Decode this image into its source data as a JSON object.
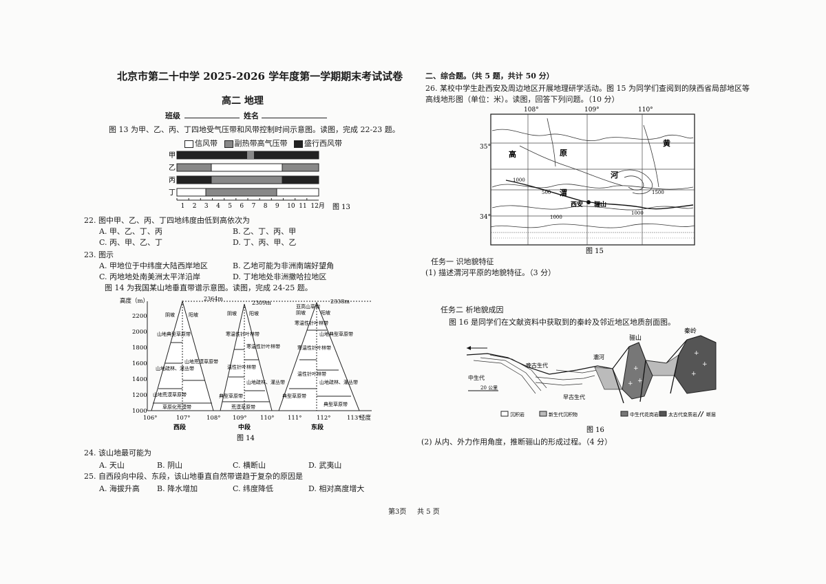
{
  "header": {
    "title": "北京市第二十中学 2025-2026 学年度第一学期期末考试试卷",
    "subtitle": "高二 地理",
    "class_label": "班级",
    "name_label": "姓名"
  },
  "left": {
    "fig13_intro": "图 13 为甲、乙、丙、丁四地受气压带和风带控制时间示意图。读图，完成 22-23 题。",
    "fig13_legend": [
      "信风带",
      "副热带高气压带",
      "盛行西风带"
    ],
    "fig13_rows": [
      "甲",
      "乙",
      "丙",
      "丁"
    ],
    "fig13_months": [
      "1",
      "2",
      "3",
      "4",
      "5",
      "6",
      "7",
      "8",
      "9",
      "10",
      "11",
      "12月"
    ],
    "fig13_label": "图 13",
    "q22": {
      "stem": "22. 图中甲、乙、丙、丁四地纬度由低到高依次为",
      "A": "A. 甲、乙、丁、丙",
      "B": "B. 乙、丁、丙、甲",
      "C": "C. 丙、甲、乙、丁",
      "D": "D. 丁、丙、甲、乙"
    },
    "q23": {
      "stem": "23. 图示",
      "A": "A. 甲地位于中纬度大陆西岸地区",
      "B": "B. 乙地可能为非洲南端好望角",
      "C": "C. 丙地地处南美洲太平洋沿岸",
      "D": "D. 丁地地处非洲撒哈拉地区"
    },
    "fig14_intro": "图 14 为我国某山地垂直带谱示意图。读图，完成 24-25 题。",
    "fig14": {
      "ylabel": "高度（m）",
      "yticks": [
        "2200",
        "2000",
        "1800",
        "1600",
        "1400",
        "1200",
        "1000"
      ],
      "xticks": [
        "106°",
        "107°",
        "108°",
        "109°",
        "110°",
        "111°",
        "112°",
        "113°",
        "经度"
      ],
      "sections": [
        "西段",
        "中段",
        "东段"
      ],
      "peaks": [
        "2364m",
        "2309m",
        "2338m"
      ],
      "west": {
        "shady": "阴坡",
        "sunny": "阳坡",
        "z1": "山地典型草原带",
        "z2": "山地疏林、灌丛带",
        "z3": "山地荒漠草原带",
        "z4": "山地荒漠草原带",
        "base": "草原化荒漠带"
      },
      "middle": {
        "shady": "阴坡",
        "sunny": "阳坡",
        "z1": "寒温性针叶林带",
        "z2": "寒温性针叶林带",
        "z3": "温性针叶林带",
        "z4": "山地疏林、灌丛带",
        "z5": "典型草原带",
        "base": "荒漠草原带"
      },
      "east": {
        "z0": "亚高山草甸",
        "z0b": "亚高山草甸带",
        "shady": "阴坡",
        "sunny": "阳坡",
        "z1": "寒温性针叶林带",
        "z2": "山地典型草原带",
        "z3": "寒温性针叶林带",
        "z4": "温性针叶林带",
        "z5": "山地疏林、灌丛带",
        "z6": "典型草原带",
        "base": "典型草原带"
      },
      "label": "图 14"
    },
    "q24": {
      "stem": "24. 该山地最可能为",
      "A": "A. 天山",
      "B": "B. 阴山",
      "C": "C. 横断山",
      "D": "D. 武夷山"
    },
    "q25": {
      "stem": "25. 自西段向中段、东段，该山地垂直自然带谱趋于复杂的原因是",
      "A": "A. 海拔升高",
      "B": "B. 降水增加",
      "C": "C. 纬度降低",
      "D": "D. 相对高度增大"
    }
  },
  "right": {
    "section_title": "二、综合题。（共 5 题，共计 50 分）",
    "q26_line1": "26. 某校中学生赴西安及周边地区开展地理研学活动。图 15 为同学们查阅到的陕西省局部地区等",
    "q26_line2": "高线地形图（单位：米）。读图，回答下列问题。（10 分）",
    "fig15": {
      "lon_labels": [
        "108°",
        "109°",
        "110°"
      ],
      "lat_labels": [
        "35°",
        "34°"
      ],
      "places": [
        "高",
        "原",
        "渭",
        "河",
        "西安",
        "骊山",
        "黄"
      ],
      "contours": [
        "1000",
        "500",
        "1000",
        "1500",
        "1000"
      ],
      "label": "图 15"
    },
    "task1": "任务一  识地貌特征",
    "task1_q": "(1) 描述渭河平原的地貌特征。（3 分）",
    "task2": "任务二  析地貌成因",
    "task2_intro": "图 16 是同学们在文献资料中获取到的秦岭及邻近地区地质剖面图。",
    "fig16": {
      "labels": [
        "秦岭",
        "灞河",
        "骊山",
        "中生代",
        "晚古生代",
        "早古生代"
      ],
      "scale": "20 公里",
      "legend": [
        "沉积岩",
        "新生代沉积物",
        "中生代花岗岩",
        "太古代变质岩",
        "断层"
      ],
      "label": "图 16"
    },
    "task2_q": "(2) 从内、外力作用角度，推断骊山的形成过程。（4 分）"
  },
  "footer": {
    "page": "第3页",
    "total": "共 5 页"
  }
}
